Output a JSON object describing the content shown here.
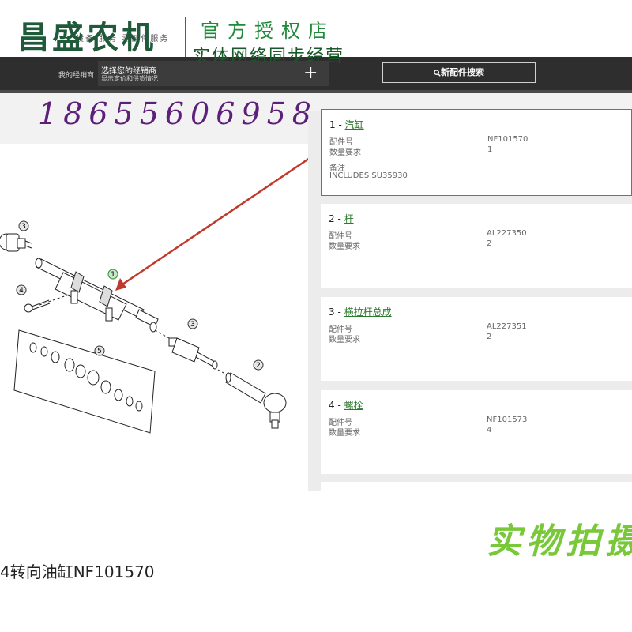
{
  "brand": {
    "name": "昌盛农机",
    "nav_ghost": "设备  服务  零部件服务"
  },
  "slogan": {
    "line1": "官方授权店",
    "line2": "实体网络同步经营"
  },
  "header": {
    "dealer_label": "我的经销商",
    "dealer_main": "选择您的经销商",
    "dealer_sub": "显示定价和供货情况",
    "plus": "+",
    "search_button": "新配件搜索"
  },
  "phone": "18655606958",
  "diagram": {
    "callouts": [
      "1",
      "2",
      "3",
      "3",
      "4",
      "5"
    ]
  },
  "parts": [
    {
      "num": "1 -",
      "name": "汽缸",
      "part_label": "配件号",
      "part_no": "NF101570",
      "qty_label": "数量要求",
      "qty": "1",
      "note_label": "备注",
      "note": "INCLUDES SU35930"
    },
    {
      "num": "2 -",
      "name": "杆",
      "part_label": "配件号",
      "part_no": "AL227350",
      "qty_label": "数量要求",
      "qty": "2"
    },
    {
      "num": "3 -",
      "name": "横拉杆总成",
      "part_label": "配件号",
      "part_no": "AL227351",
      "qty_label": "数量要求",
      "qty": "2"
    },
    {
      "num": "4 -",
      "name": "螺栓",
      "part_label": "配件号",
      "part_no": "NF101573",
      "qty_label": "数量要求",
      "qty": "4"
    }
  ],
  "overlay_text": "实物拍摄",
  "caption": "4转向油缸NF101570",
  "colors": {
    "dark_bar": "#2e2e2e",
    "green_link": "#2c7a2c",
    "phone": "#5c1f7a",
    "pink_line": "#c94fc0",
    "overlay": "#78c83a"
  }
}
